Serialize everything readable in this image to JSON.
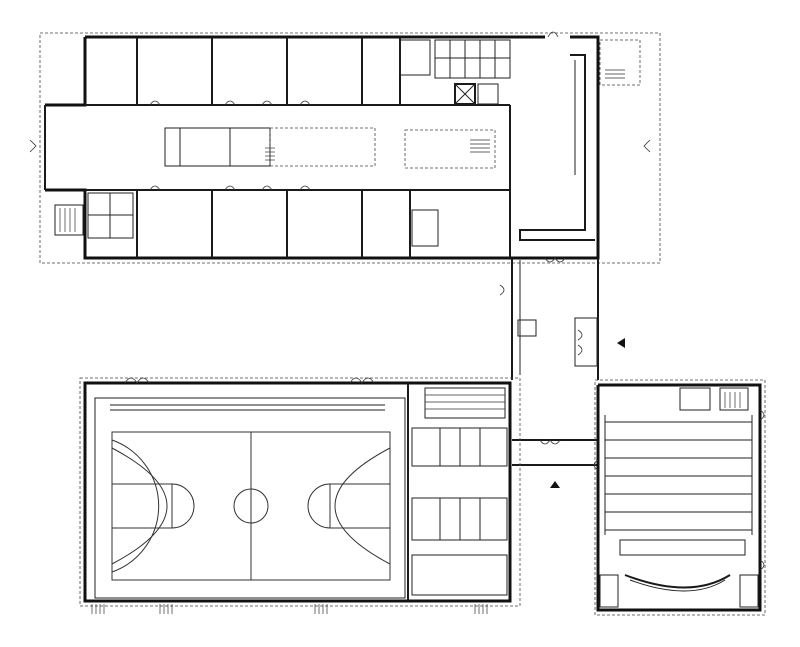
{
  "drawing": {
    "type": "floor-plan",
    "colors": {
      "background": "#ffffff",
      "line": "#1a1a1a"
    },
    "buildings": [
      "classroom-wing",
      "connector-corridor",
      "gymnasium",
      "auditorium"
    ],
    "features": {
      "basketball_court": true,
      "entrance_markers": 2,
      "stairwells": 4
    }
  }
}
